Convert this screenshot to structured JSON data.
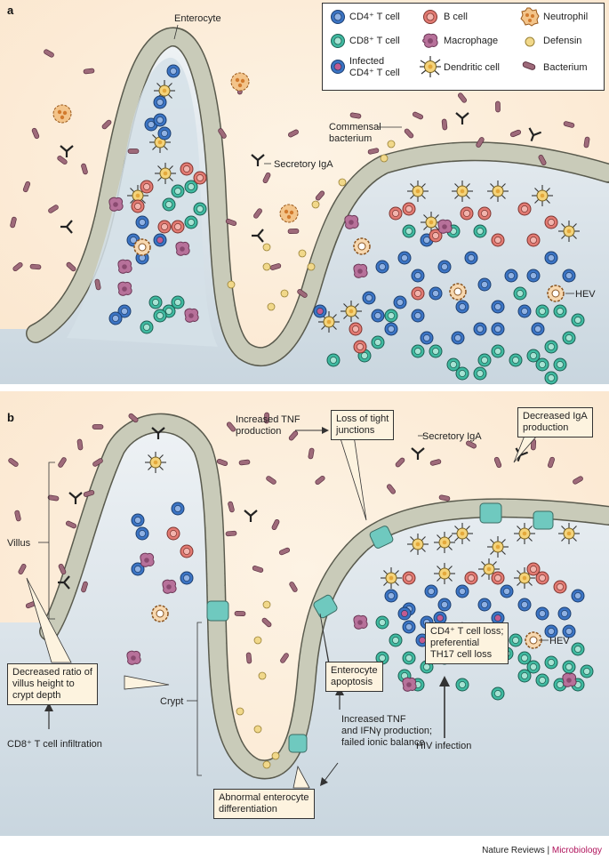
{
  "panels": {
    "a": "a",
    "b": "b"
  },
  "legend": {
    "cd4": "CD4⁺ T cell",
    "cd8": "CD8⁺ T cell",
    "infected_line1": "Infected",
    "infected_line2": "CD4⁺ T cell",
    "bcell": "B cell",
    "macrophage": "Macrophage",
    "dendritic": "Dendritic cell",
    "neutrophil": "Neutrophil",
    "defensin": "Defensin",
    "bacterium": "Bacterium"
  },
  "panel_a": {
    "enterocyte": "Enterocyte",
    "commensal_line1": "Commensal",
    "commensal_line2": "bacterium",
    "secretory_iga": "Secretory IgA",
    "hev": "HEV"
  },
  "panel_b": {
    "increased_tnf_line1": "Increased TNF",
    "increased_tnf_line2": "production",
    "loss_tight_line1": "Loss of tight",
    "loss_tight_line2": "junctions",
    "secretory_iga": "Secretory IgA",
    "decreased_iga_line1": "Decreased IgA",
    "decreased_iga_line2": "production",
    "villus": "Villus",
    "crypt": "Crypt",
    "ratio_line1": "Decreased ratio of",
    "ratio_line2": "villus height to",
    "ratio_line3": "crypt depth",
    "cd8_infiltration": "CD8⁺ T cell infiltration",
    "apoptosis_line1": "Enterocyte",
    "apoptosis_line2": "apoptosis",
    "tnf_ifn_line1": "Increased TNF",
    "tnf_ifn_line2": "and IFNγ production;",
    "tnf_ifn_line3": "failed ionic balance",
    "cd4_loss_line1": "CD4⁺ T cell loss;",
    "cd4_loss_line2": "preferential",
    "cd4_loss_line3": "TH17 cell loss",
    "hiv_infection": "HIV infection",
    "hev": "HEV",
    "abnormal_line1": "Abnormal enterocyte",
    "abnormal_line2": "differentiation"
  },
  "footer": {
    "journal": "Nature Reviews",
    "separator": " | ",
    "section": "Microbiology"
  },
  "colors": {
    "cd4": "#3b74c4",
    "cd8": "#3fb9a0",
    "bcell": "#e27a72",
    "macrophage": "#b7719a",
    "neutrophil": "#e7a35a",
    "defensin": "#f1d88a",
    "bacterium": "#9e6a7a",
    "enterocyte": "#c9cbb9",
    "lumen": "#fdf0dd",
    "tissue": "#d7e2ea",
    "damaged": "#6fc9bf"
  }
}
